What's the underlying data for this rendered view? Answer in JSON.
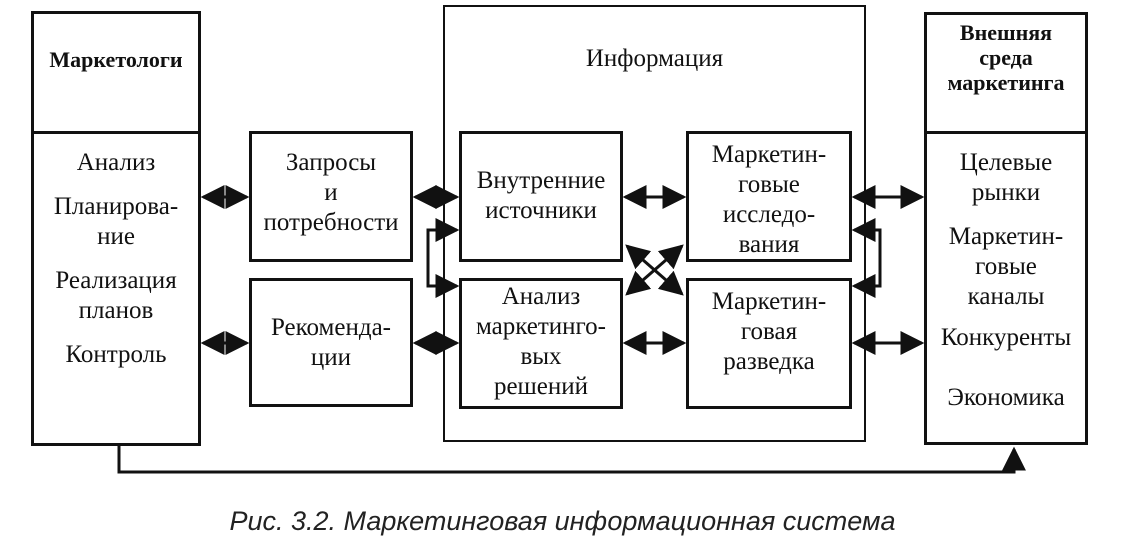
{
  "marketers": {
    "title": "Маркетологи",
    "items": [
      "Анализ",
      "Планирова-\nние",
      "Реализация\nпланов",
      "Контроль"
    ]
  },
  "requests": {
    "label": "Запросы\nи\nпотребности"
  },
  "recommendations": {
    "label": "Рекоменда-\nции"
  },
  "information": {
    "title": "Информация",
    "internal_sources": "Внутренние\nисточники",
    "research": "Маркетин-\nговые\nисследо-\nвания",
    "analysis": "Анализ\nмаркетинго-\nвых\nрешений",
    "intelligence": "Маркетин-\nговая\nразведка"
  },
  "environment": {
    "title": "Внешняя\nсреда\nмаркетинга",
    "items": [
      "Целевые\nрынки",
      "Маркетин-\nговые\nканалы",
      "Конкуренты",
      "Экономика"
    ]
  },
  "caption": "Рис. 3.2. Маркетинговая информационная система",
  "colors": {
    "line": "#111111",
    "background": "#ffffff"
  }
}
